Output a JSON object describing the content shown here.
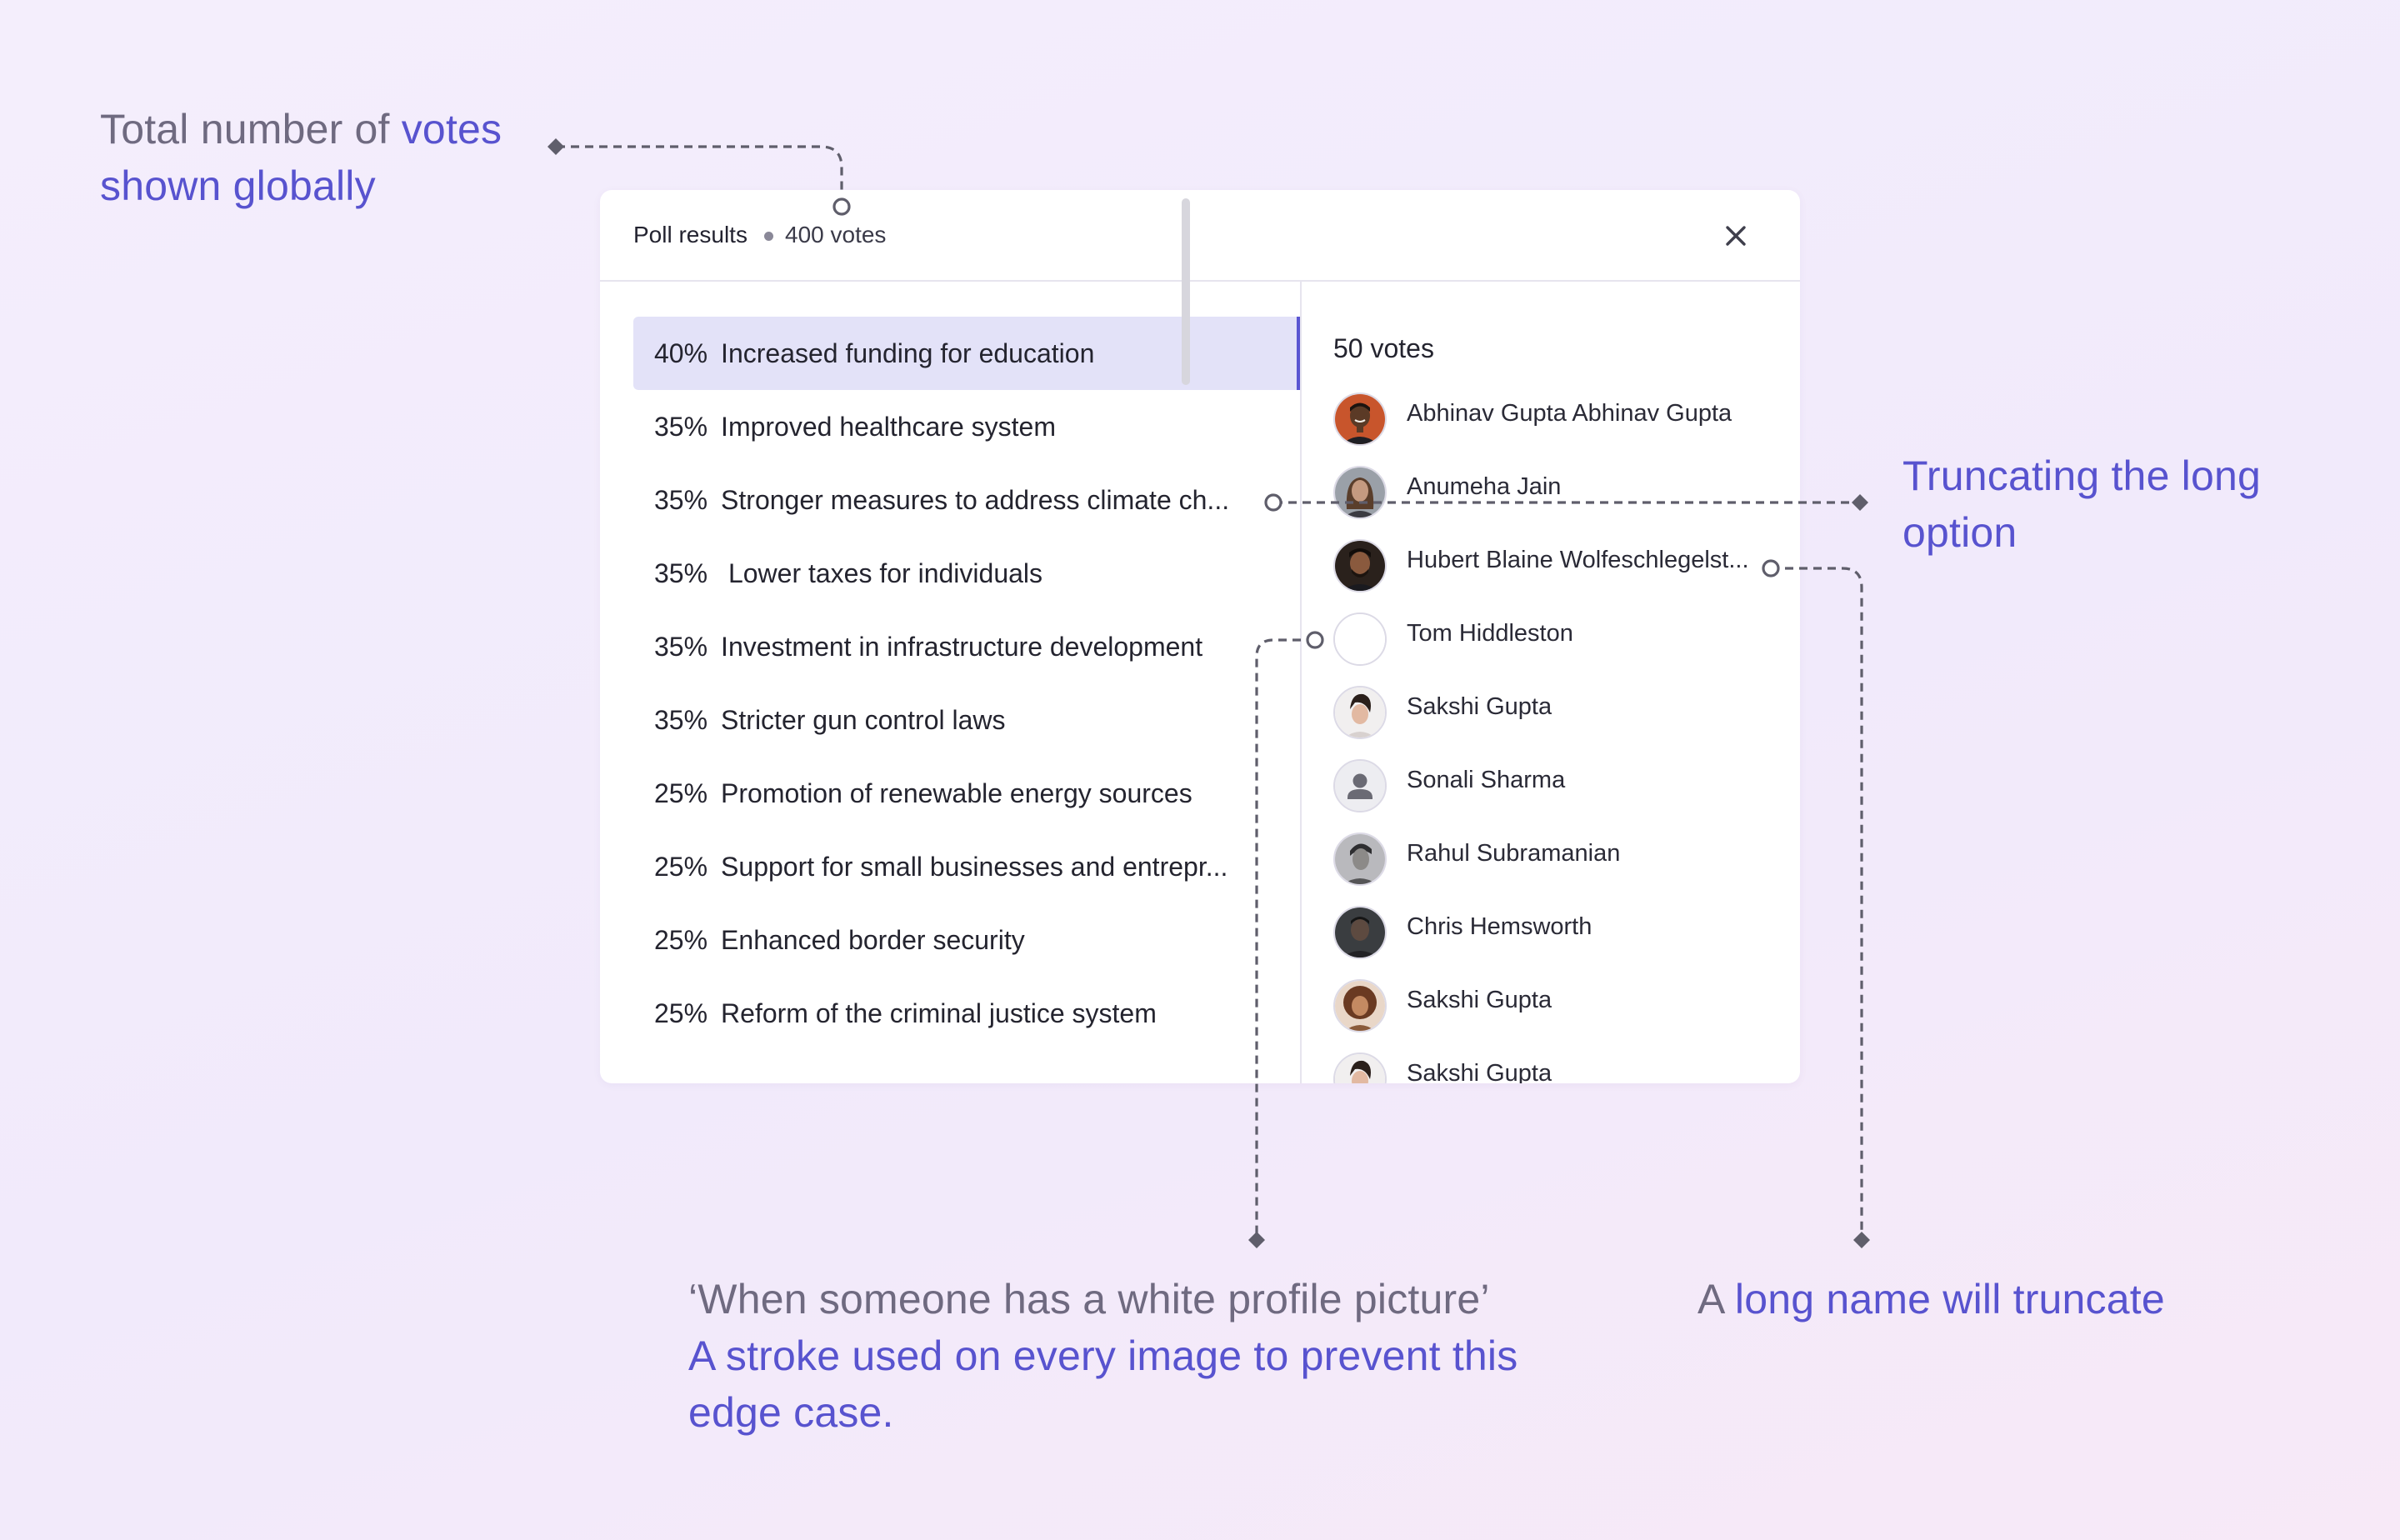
{
  "colors": {
    "accent": "#5853cf",
    "muted_text": "#6f6a80",
    "selected_bg": "#e3e2f8",
    "connector": "#5f5e6b"
  },
  "annotations": {
    "votes_muted": "Total number of ",
    "votes_accent_1": "votes",
    "votes_accent_2": "shown globally",
    "truncate_line1": "Truncating the long",
    "truncate_line2": "option",
    "white_muted": "‘When someone has a white profile picture’",
    "white_accent_1": "A stroke used on every image to prevent this",
    "white_accent_2": "edge case.",
    "longname_muted": "A ",
    "longname_accent": "long name will truncate"
  },
  "modal": {
    "title": "Poll results",
    "total_votes": "400 votes",
    "close_icon": "close-icon",
    "options": [
      {
        "pct": "40%",
        "label": "Increased funding for education",
        "selected": true
      },
      {
        "pct": "35%",
        "label": "Improved healthcare system"
      },
      {
        "pct": "35%",
        "label": "Stronger measures to address climate ch..."
      },
      {
        "pct": "35%",
        "label": " Lower taxes for individuals"
      },
      {
        "pct": "35%",
        "label": "Investment in infrastructure development"
      },
      {
        "pct": "35%",
        "label": "Stricter gun control laws"
      },
      {
        "pct": "25%",
        "label": "Promotion of renewable energy sources"
      },
      {
        "pct": "25%",
        "label": "Support for small businesses and entrepr..."
      },
      {
        "pct": "25%",
        "label": "Enhanced border security"
      },
      {
        "pct": "25%",
        "label": "Reform of the criminal justice system"
      }
    ],
    "voters_title": "50 votes",
    "voters": [
      {
        "name": "Abhinav Gupta Abhinav Gupta",
        "avatar": "photo-dark-skin"
      },
      {
        "name": "Anumeha Jain",
        "avatar": "photo-woman"
      },
      {
        "name": "Hubert Blaine Wolfeschlegelst...",
        "avatar": "photo-man-beard"
      },
      {
        "name": "Tom Hiddleston",
        "avatar": "white-empty"
      },
      {
        "name": "Sakshi Gupta",
        "avatar": "photo-woman-light"
      },
      {
        "name": "Sonali Sharma",
        "avatar": "default-person-icon"
      },
      {
        "name": "Rahul Subramanian",
        "avatar": "photo-man-bw"
      },
      {
        "name": "Chris Hemsworth",
        "avatar": "photo-man-dark"
      },
      {
        "name": "Sakshi Gupta",
        "avatar": "photo-woman-curly"
      },
      {
        "name": "Sakshi Gupta",
        "avatar": "photo-woman-light"
      }
    ]
  }
}
